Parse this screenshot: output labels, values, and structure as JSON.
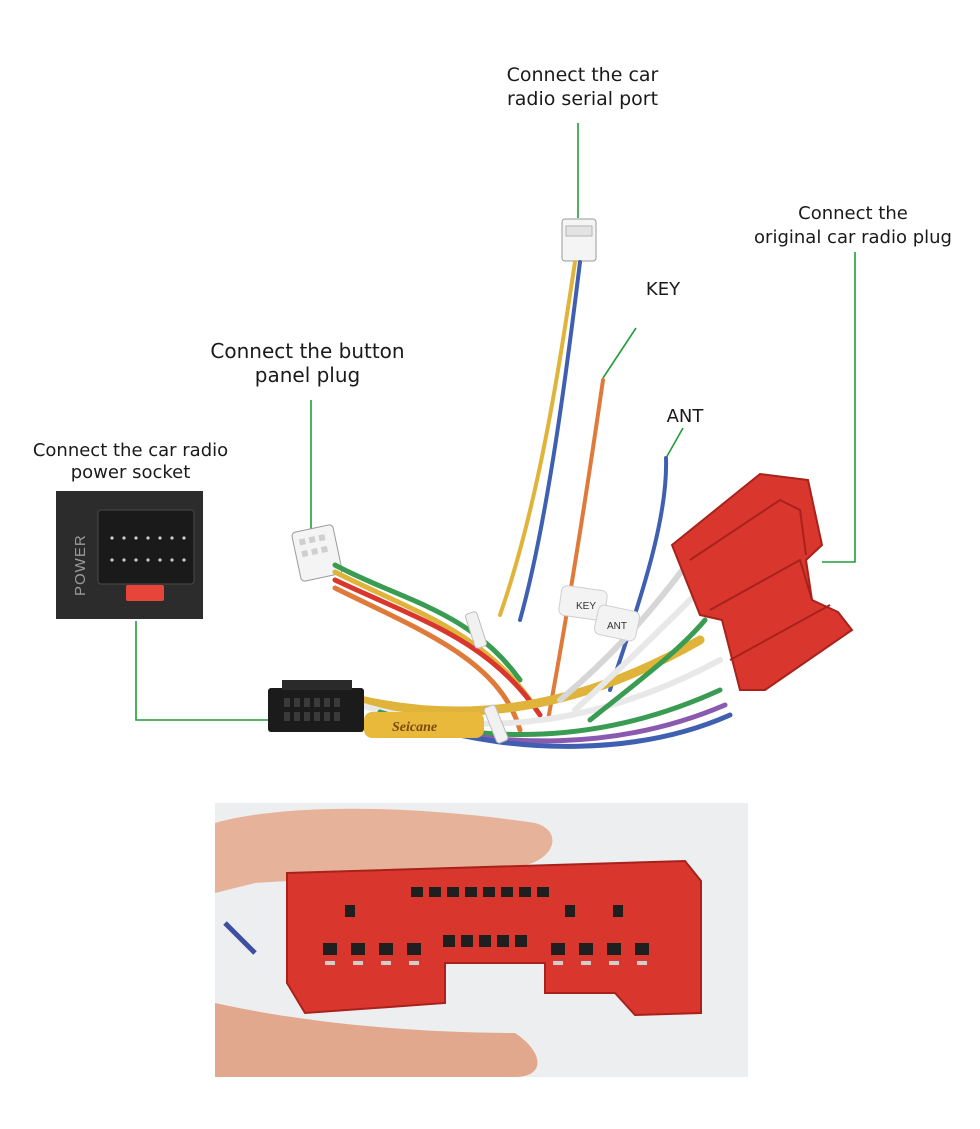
{
  "labels": {
    "serial_port": [
      "Connect the car",
      "radio  serial port"
    ],
    "original_plug": [
      "Connect the",
      "original car radio plug"
    ],
    "key": "KEY",
    "ant": "ANT",
    "button_panel": [
      "Connect the button",
      "panel plug"
    ],
    "power_socket": [
      "Connect the car radio",
      "power socket"
    ]
  },
  "photo_text": {
    "power_panel_text": "POWER",
    "brand_sleeve": "Seicane",
    "tag_key": "KEY",
    "tag_ant": "ANT"
  },
  "colors": {
    "callout_line": "#1f9e3a",
    "connector_red": "#d9362e",
    "connector_black": "#1b1b1b"
  }
}
